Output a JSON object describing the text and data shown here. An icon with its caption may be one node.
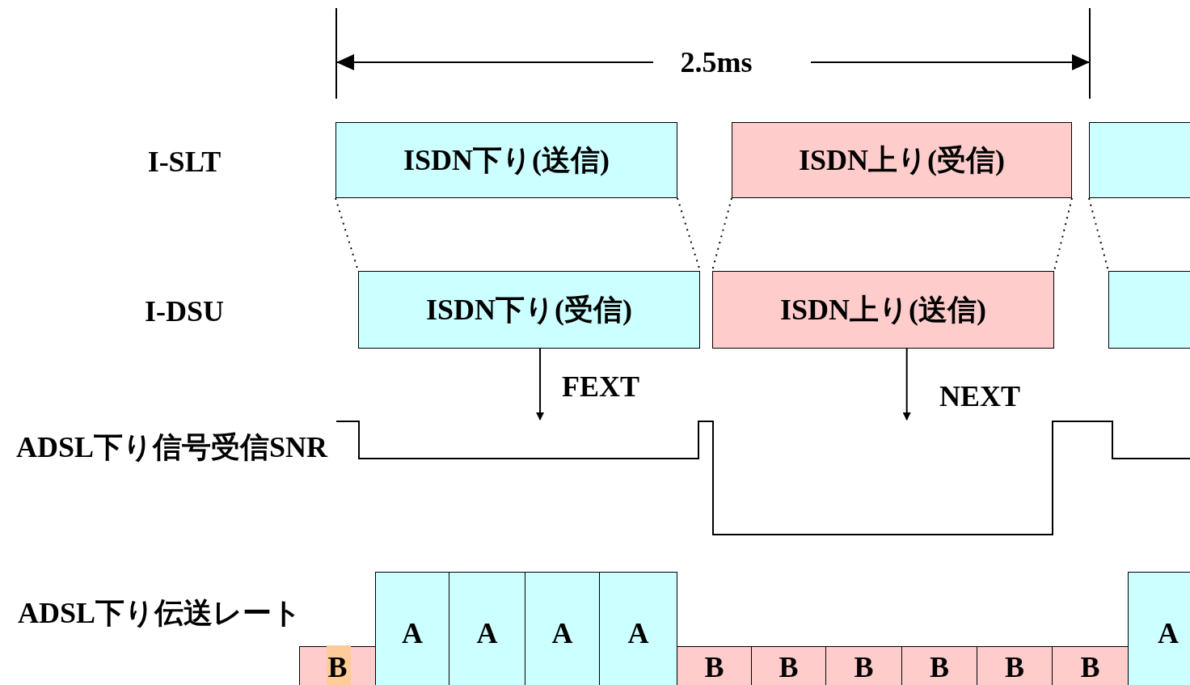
{
  "diagram": {
    "nodes": [
      {
        "text": [
          "ISDN下り(送信)"
        ]
      },
      {
        "text": [
          "ISDN上り(受信)"
        ]
      },
      {
        "text": [],
        "shape": "box"
      },
      {
        "text": [
          "ISDN下り(受信)"
        ]
      },
      {
        "text": [
          "ISDN上り(送信)"
        ]
      },
      {
        "text": [],
        "shape": "box"
      },
      {
        "text": [
          "B"
        ]
      },
      {
        "text": [
          "A"
        ]
      },
      {
        "text": [
          "A"
        ]
      },
      {
        "text": [
          "A"
        ]
      },
      {
        "text": [
          "A"
        ]
      },
      {
        "text": [
          "B"
        ]
      },
      {
        "text": [
          "B"
        ]
      },
      {
        "text": [
          "B"
        ]
      },
      {
        "text": [
          "B"
        ]
      },
      {
        "text": [
          "B"
        ]
      },
      {
        "text": [
          "B"
        ]
      },
      {
        "text": [
          "A"
        ]
      },
      {
        "text": [],
        "shape": "line"
      }
    ],
    "edges": [
      {
        "from": 0,
        "to": 3,
        "arrow": "none",
        "style": "dashed"
      },
      {
        "from": 0,
        "to": 3,
        "arrow": "none",
        "style": "dashed"
      },
      {
        "from": 1,
        "to": 4,
        "arrow": "none",
        "style": "dashed"
      },
      {
        "from": 1,
        "to": 4,
        "arrow": "none",
        "style": "dashed"
      },
      {
        "from": 2,
        "to": 5,
        "arrow": "none",
        "style": "dashed"
      },
      {
        "from": 3,
        "to": 18,
        "arrow": "to",
        "label": "FEXT"
      },
      {
        "from": 4,
        "to": 18,
        "arrow": "to",
        "label": "NEXT"
      }
    ],
    "labels": [
      "2.5ms",
      "I-SLT",
      "I-DSU",
      "ADSL下り信号受信SNR",
      "ADSL下り伝送レート"
    ]
  }
}
